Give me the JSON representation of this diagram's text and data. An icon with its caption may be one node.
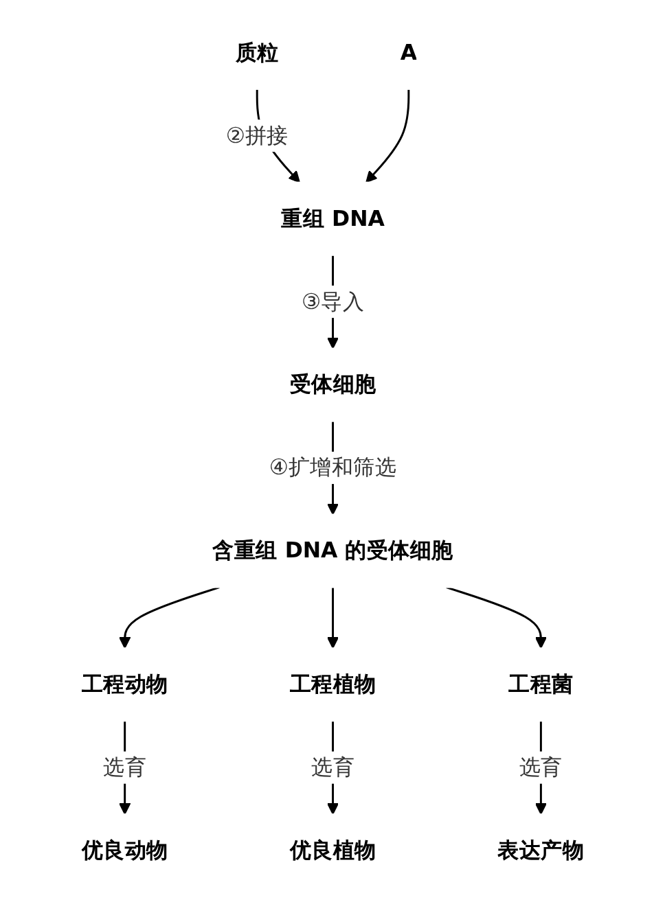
{
  "diagram": {
    "nodes": [
      {
        "text": [
          "质粒"
        ]
      },
      {
        "text": [
          "A"
        ]
      },
      {
        "text": [
          "重组 DNA"
        ]
      },
      {
        "text": [
          "受体细胞"
        ]
      },
      {
        "text": [
          "含重组 DNA 的受体细胞"
        ]
      },
      {
        "text": [
          "工程动物"
        ]
      },
      {
        "text": [
          "工程植物"
        ]
      },
      {
        "text": [
          "工程菌"
        ]
      },
      {
        "text": [
          "优良动物"
        ]
      },
      {
        "text": [
          "优良植物"
        ]
      },
      {
        "text": [
          "表达产物"
        ]
      }
    ],
    "edges": [
      {
        "from": 0,
        "to": 2,
        "arrow": "to",
        "label": "②拼接"
      },
      {
        "from": 1,
        "to": 2,
        "arrow": "to"
      },
      {
        "from": 2,
        "to": 3,
        "arrow": "to",
        "label": "③导入"
      },
      {
        "from": 3,
        "to": 4,
        "arrow": "to",
        "label": "④扩增和筛选"
      },
      {
        "from": 4,
        "to": 5,
        "arrow": "to"
      },
      {
        "from": 4,
        "to": 6,
        "arrow": "to"
      },
      {
        "from": 4,
        "to": 7,
        "arrow": "to"
      },
      {
        "from": 5,
        "to": 8,
        "arrow": "to",
        "label": "选育"
      },
      {
        "from": 6,
        "to": 9,
        "arrow": "to",
        "label": "选育"
      },
      {
        "from": 7,
        "to": 10,
        "arrow": "to",
        "label": "选育"
      }
    ]
  }
}
